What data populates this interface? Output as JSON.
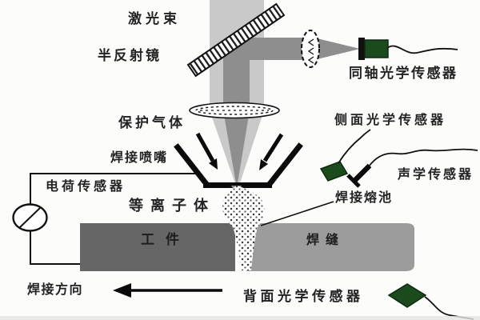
{
  "diagram_subject": "laser-welding-multi-sensor-monitoring",
  "labels": {
    "laser_beam": "激光束",
    "half_mirror": "半反射镜",
    "coaxial_optical_sensor": "同轴光学传感器",
    "shielding_gas": "保护气体",
    "welding_nozzle": "焊接喷嘴",
    "charge_sensor": "电荷传感器",
    "plasma": "等离子体",
    "workpiece": "工件",
    "weld_seam": "焊缝",
    "weld_pool": "焊接熔池",
    "side_optical_sensor": "侧面光学传感器",
    "acoustic_sensor": "声学传感器",
    "welding_direction": "焊接方向",
    "back_optical_sensor": "背面光学传感器"
  },
  "icons": {
    "half_mirror": "hatched-diagonal-mirror",
    "focus_lens": "dashed-ellipse-lens",
    "gas_ring": "dotted-ellipse",
    "charge_meter": "circle-gauge-with-needle",
    "optical_sensor_chip": "green-chip-with-wire",
    "coaxial_sensor_body": "green-box-with-black-band",
    "acoustic_probe": "black-angled-microphone",
    "gas_flow": "two-inward-black-arrows",
    "direction": "long-left-black-arrow"
  },
  "colors": {
    "background": "#fcfcfb",
    "beam_light": "#c9c9c9",
    "beam_dark": "#8e8e8e",
    "workpiece_dark": "#666666",
    "weld_seam_gray": "#9c9c9c",
    "sensor_green": "#1b4a1d",
    "outline_black": "#111111",
    "text": "#232323"
  }
}
